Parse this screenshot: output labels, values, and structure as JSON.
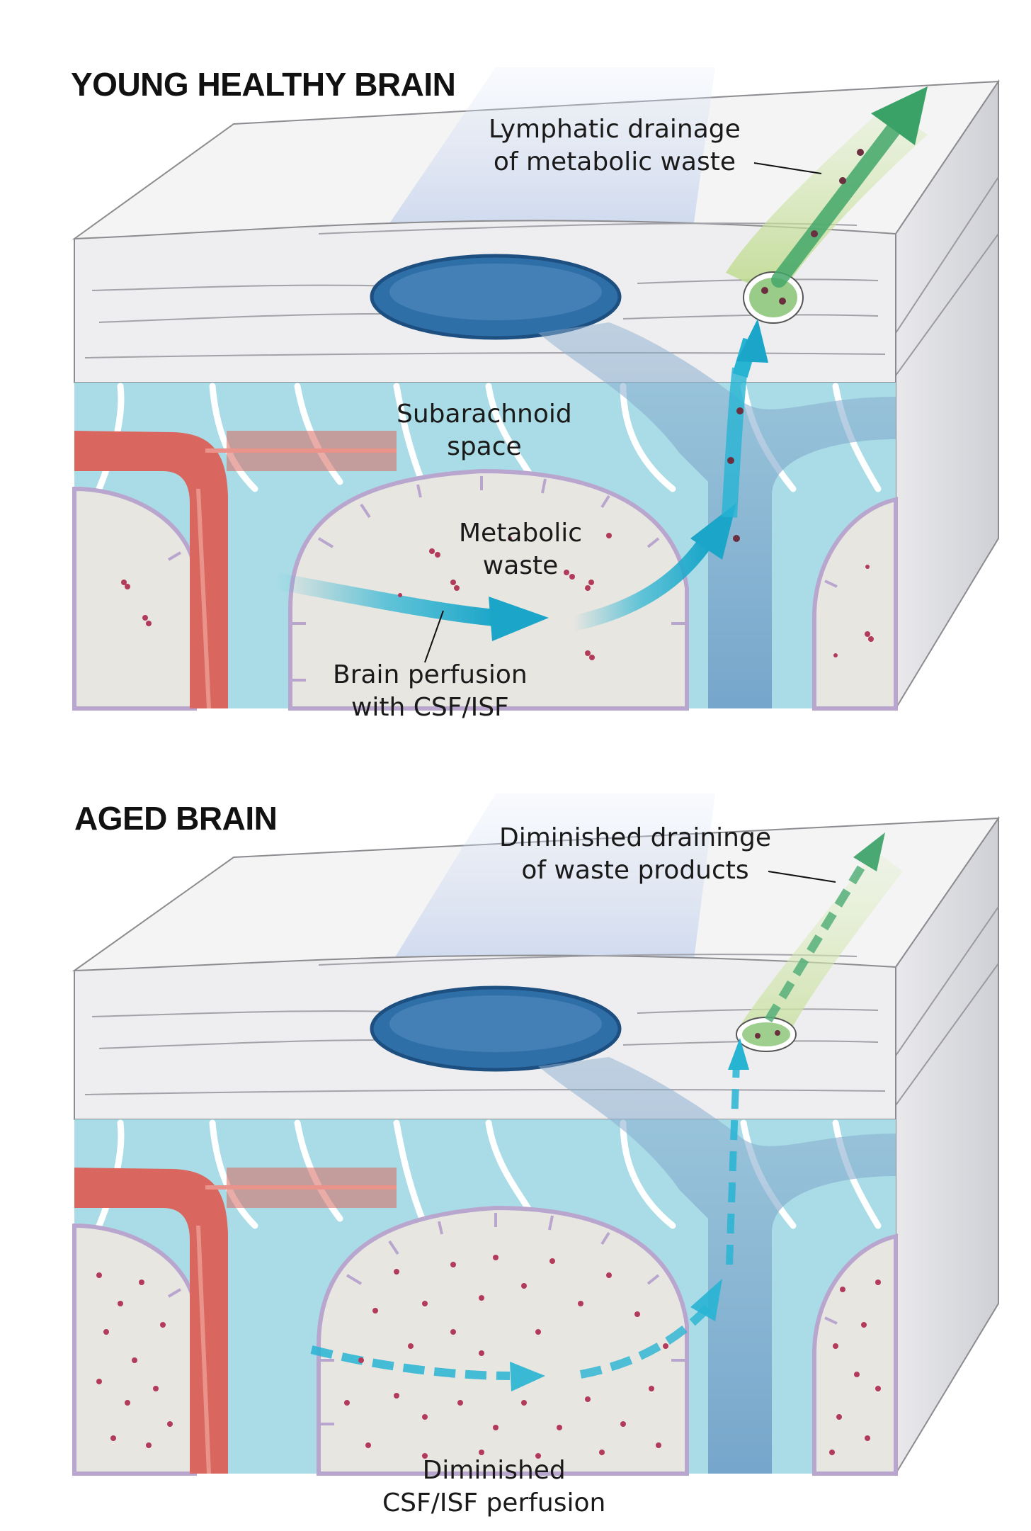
{
  "panels": {
    "young": {
      "title": "YOUNG HEALTHY BRAIN",
      "labels": {
        "lymphatic": [
          "Lymphatic drainage",
          "of metabolic waste"
        ],
        "subarachnoid": [
          "Subarachnoid",
          "space"
        ],
        "metabolic": [
          "Metabolic",
          "waste"
        ],
        "perfusion": [
          "Brain perfusion",
          "with CSF/ISF"
        ]
      }
    },
    "aged": {
      "title": "AGED BRAIN",
      "labels": {
        "drainage": [
          "Diminished draininge",
          "of waste products"
        ],
        "perfusion": [
          "Diminished",
          "CSF/ISF perfusion"
        ]
      }
    }
  },
  "colors": {
    "csf": "#a9dce6",
    "tissue": "#e8e6e1",
    "membrane": "#b9a6cf",
    "artery": "#d9675f",
    "vein": "#2f6fa8",
    "flow_arrow": "#27b4d3",
    "lymph": "#7fbf6a",
    "waste": "#b33b5a"
  }
}
